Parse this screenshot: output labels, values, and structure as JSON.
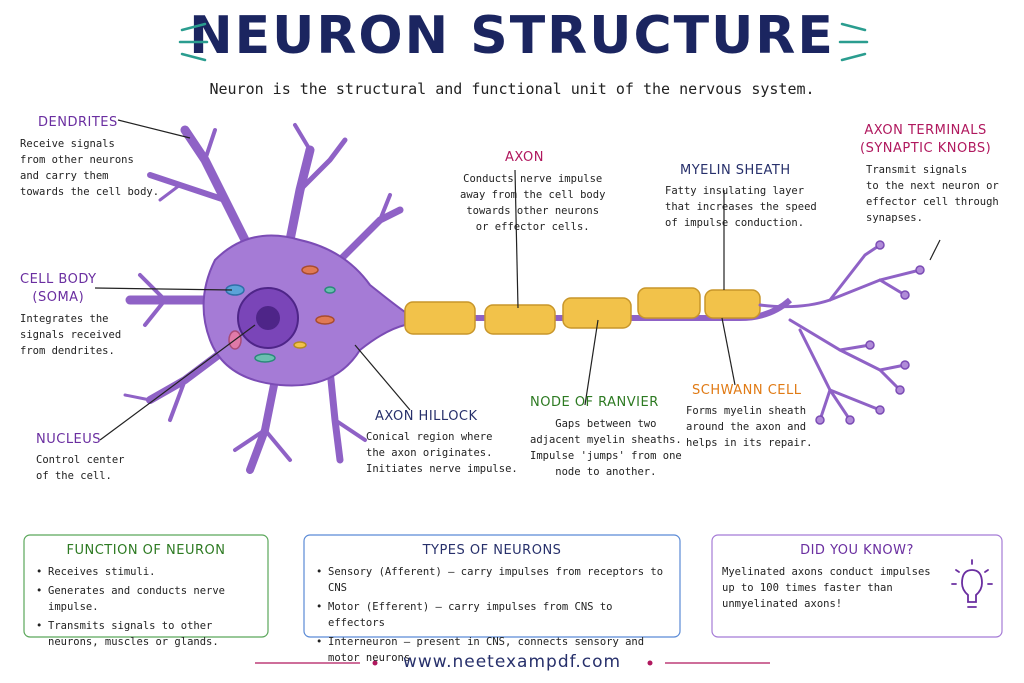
{
  "header": {
    "title": "NEURON STRUCTURE",
    "subtitle": "Neuron is the structural and functional unit of the nervous system."
  },
  "labels": {
    "dendrites": {
      "title": "DENDRITES",
      "text": "Receive signals\nfrom other neurons\nand carry them\ntowards the cell body."
    },
    "cell_body": {
      "title": "CELL BODY\n(SOMA)",
      "text": "Integrates the\nsignals received\nfrom dendrites."
    },
    "nucleus": {
      "title": "NUCLEUS",
      "text": "Control center\nof the cell."
    },
    "axon_hillock": {
      "title": "AXON HILLOCK",
      "text": "Conical region where\nthe axon originates.\nInitiates nerve impulse."
    },
    "axon": {
      "title": "AXON",
      "text": "Conducts nerve impulse\naway from the cell body\ntowards other neurons\nor effector cells."
    },
    "node_of_ranvier": {
      "title": "NODE OF RANVIER",
      "text": "Gaps between two\nadjacent myelin sheaths.\nImpulse 'jumps' from one\nnode to another."
    },
    "myelin_sheath": {
      "title": "MYELIN SHEATH",
      "text": "Fatty insulating layer\nthat increases the speed\nof impulse conduction."
    },
    "schwann_cell": {
      "title": "SCHWANN CELL",
      "text": "Forms myelin sheath\naround the axon and\nhelps in its repair."
    },
    "axon_terminals": {
      "title": "AXON TERMINALS\n(SYNAPTIC KNOBS)",
      "text": "Transmit signals\nto the next neuron or\neffector cell through\nsynapses."
    }
  },
  "panels": {
    "function": {
      "title": "FUNCTION OF NEURON",
      "items": [
        "Receives stimuli.",
        "Generates and conducts nerve impulse.",
        "Transmits signals to other neurons, muscles or glands."
      ]
    },
    "types": {
      "title": "TYPES OF NEURONS",
      "items": [
        "Sensory (Afferent) – carry impulses from receptors to CNS",
        "Motor (Efferent) – carry impulses from CNS to effectors",
        "Interneuron – present in CNS, connects sensory and motor neurons"
      ]
    },
    "did_you_know": {
      "title": "DID YOU KNOW?",
      "text": "Myelinated axons conduct impulses\nup to 100 times faster than\nunmyelinated axons!",
      "icon": "lightbulb-icon"
    }
  },
  "footer": {
    "url": "www.neetexampdf.com"
  },
  "colors": {
    "title": "#1b2560",
    "cell_body": "#a57bd6",
    "myelin": "#f2c24a",
    "accent_teal": "#2a9d8f",
    "accent_magenta": "#b0185e"
  }
}
